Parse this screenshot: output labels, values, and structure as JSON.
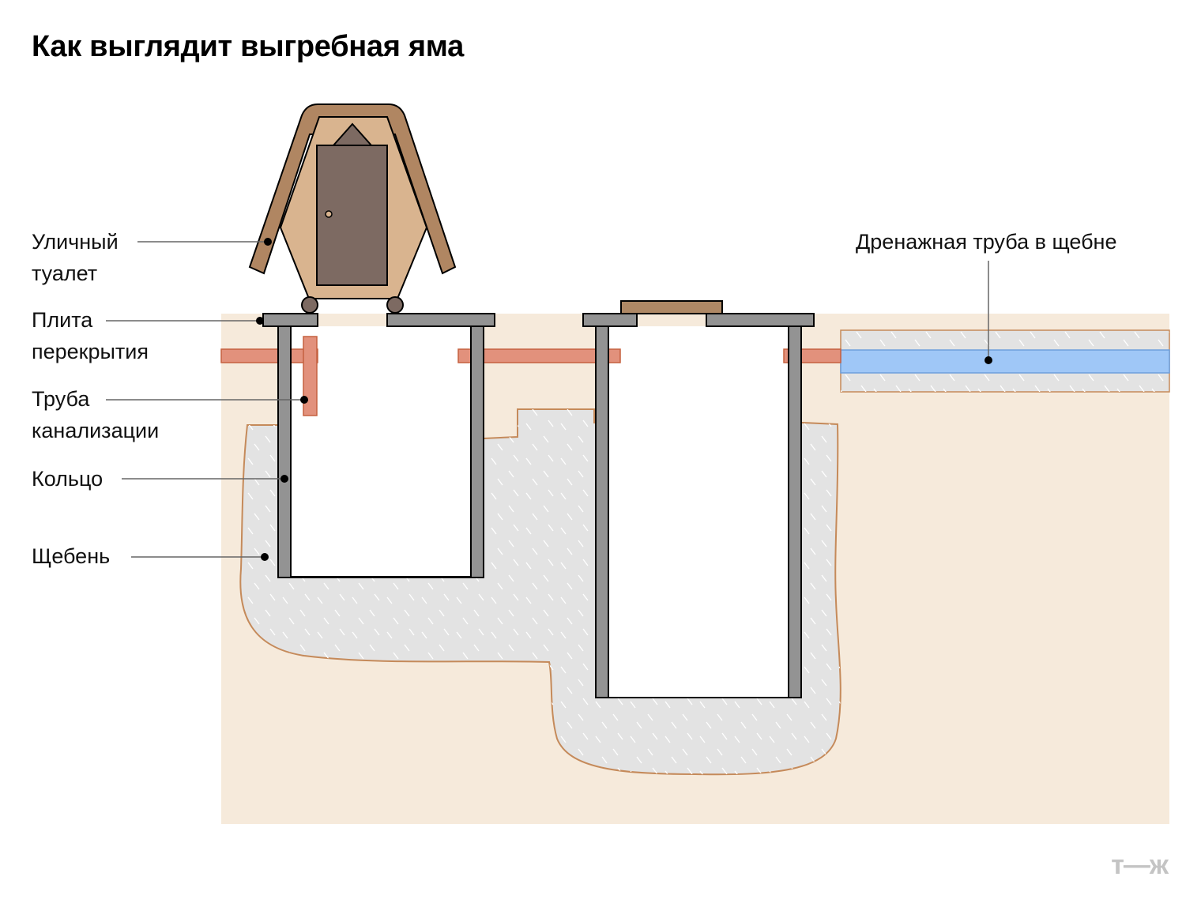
{
  "title": "Как выглядит выгребная яма",
  "labels": {
    "toilet": [
      "Уличный",
      "туалет"
    ],
    "slab": [
      "Плита",
      "перекрытия"
    ],
    "pipe": [
      "Труба",
      "канализации"
    ],
    "ring": [
      "Кольцо"
    ],
    "gravel": [
      "Щебень"
    ],
    "drain": [
      "Дренажная труба в щебне"
    ]
  },
  "brand": "т—ж",
  "colors": {
    "soil": "#f6eadb",
    "gravel": "#e3e3e3",
    "gravel_outline": "#c58a5a",
    "concrete": "#939393",
    "sewer_pipe": "#e2917c",
    "drain_pipe": "#9fc7f7",
    "toilet_body": "#d9b48f",
    "toilet_roof": "#b08662",
    "door": "#7d6a62",
    "hatch": "#ae8865"
  },
  "icons": [
    "outdoor-toilet-icon",
    "watermark-logo"
  ]
}
